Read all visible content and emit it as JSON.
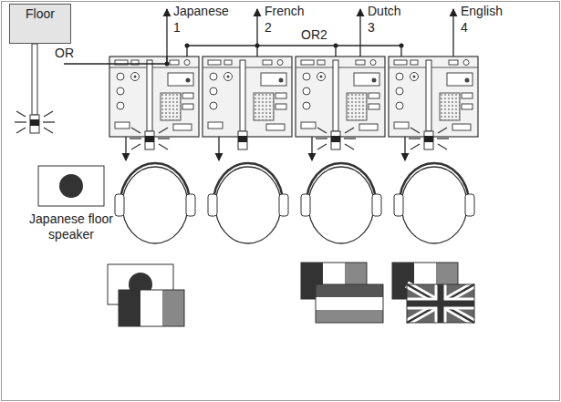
{
  "diagram": {
    "nodes": [
      {
        "text": [
          "Floor"
        ]
      }
    ],
    "labels": [
      "OR",
      "Japanese",
      "1",
      "French",
      "2",
      "OR2",
      "Dutch",
      "3",
      "English",
      "4",
      "Japanese floor speaker"
    ]
  }
}
